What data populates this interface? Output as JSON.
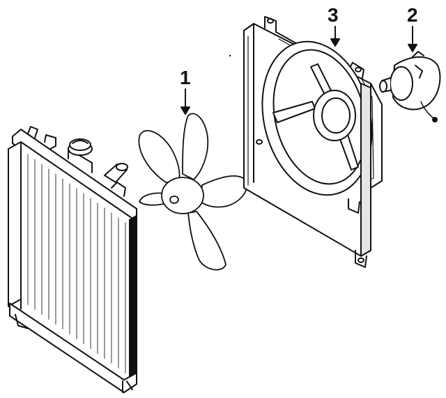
{
  "diagram": {
    "callouts": [
      {
        "number": "1",
        "part": "fan-blade"
      },
      {
        "number": "2",
        "part": "fan-motor"
      },
      {
        "number": "3",
        "part": "fan-shroud"
      }
    ]
  },
  "colors": {
    "ink": "#111111",
    "background": "#ffffff",
    "shade": "#cfcfcf"
  }
}
